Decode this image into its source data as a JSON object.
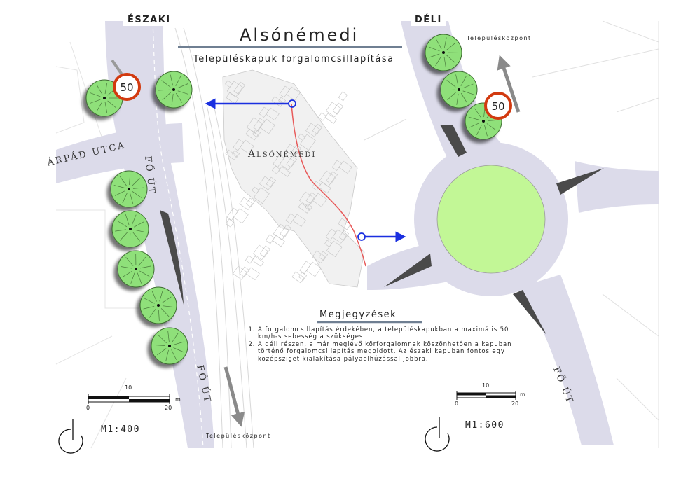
{
  "header": {
    "title": "Alsónémedi",
    "subtitle": "Településkapuk forgalomcsillapítása",
    "north_label": "ÉSZAKI",
    "south_label": "DÉLI",
    "map_label": "Alsónémedi"
  },
  "north_gate": {
    "street_arpad": "ÁRPÁD UTCA",
    "street_fo_1": "FŐ ÚT",
    "street_fo_2": "FŐ ÚT",
    "speed_limit": "50",
    "direction_label": "Településközpont",
    "scale_ratio": "M1:400",
    "scale": {
      "mid": "10",
      "start": "0",
      "end": "20",
      "unit": "m"
    }
  },
  "south_gate": {
    "street_fo": "FŐ ÚT",
    "speed_limit": "50",
    "direction_label": "Településközpont",
    "scale_ratio": "M1:600",
    "scale": {
      "mid": "10",
      "start": "0",
      "end": "20",
      "unit": "m"
    }
  },
  "notes": {
    "heading": "Megjegyzések",
    "items": [
      "A forgalomcsillapítás érdekében, a településkapukban a maximális 50 km/h-s sebesség a szükséges.",
      "A déli részen, a már meglévő körforgalomnak köszönhetően a kapuban történő forgalomcsillapítás megoldott. Az északi kapuban fontos egy középsziget kialakítása pályaelhúzással jobbra."
    ]
  },
  "colors": {
    "road": "#dcdbea",
    "tree": "#8fe07a",
    "roundabout": "#c2f796",
    "island": "#4a4a4a",
    "arrow_blue": "#1a2fe0",
    "route_red": "#e85a5a",
    "sign_border": "#d23a10",
    "title_rule": "#6f7f92"
  }
}
